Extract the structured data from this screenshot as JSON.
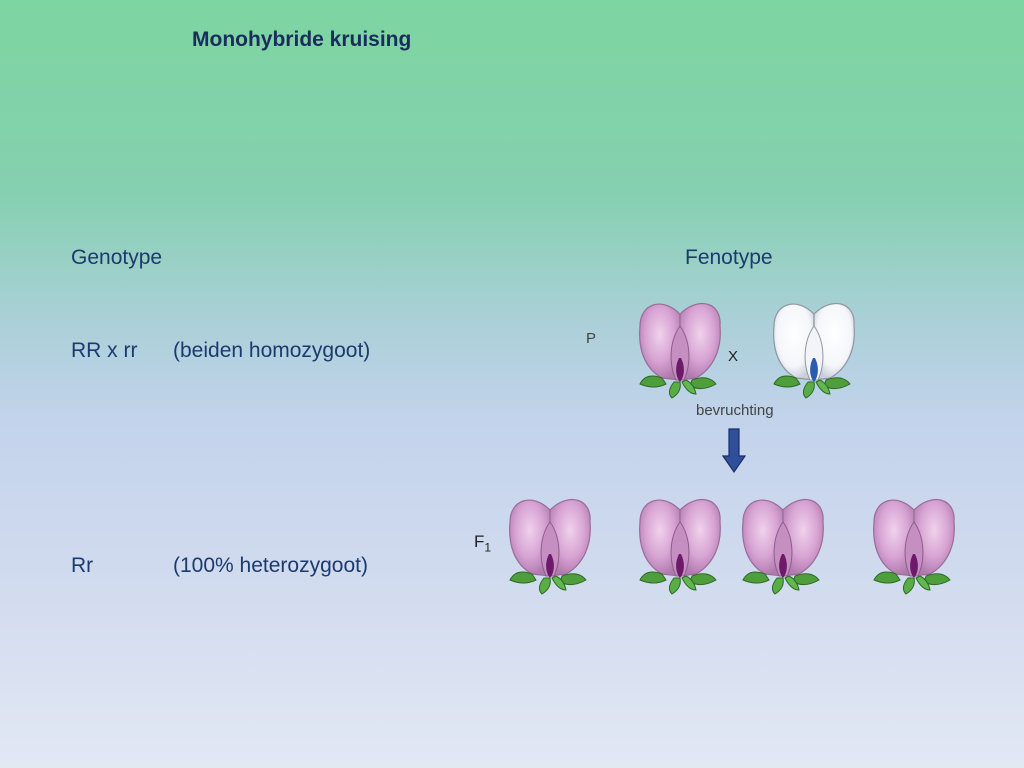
{
  "slide": {
    "title": "Monohybride kruising",
    "genotype_label": "Genotype",
    "fenotype_label": "Fenotype",
    "row_p": {
      "genotype": "RR  x  rr",
      "description": "(beiden homozygoot)"
    },
    "row_f1": {
      "genotype": "Rr",
      "description": "(100% heterozygoot)"
    }
  },
  "diagram": {
    "p_label": "P",
    "cross_symbol": "X",
    "fertilization_label": "bevruchting",
    "f1_label": "F",
    "f1_subscript": "1",
    "colors": {
      "purple_petal": "#d7a3d3",
      "white_petal": "#ffffff",
      "leaf": "#4f9e3c",
      "arrow": "#2f4f9a"
    }
  }
}
